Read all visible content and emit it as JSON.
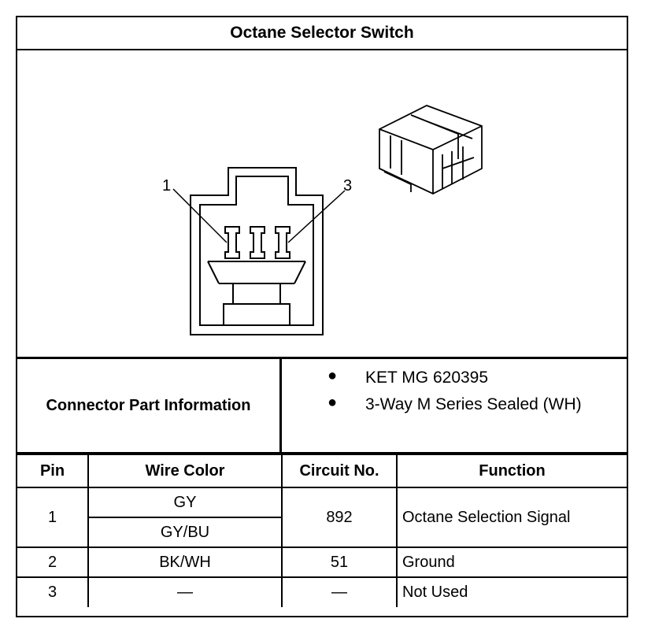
{
  "title": "Octane Selector Switch",
  "diagram": {
    "callouts": [
      "1",
      "3"
    ]
  },
  "connector_info": {
    "label": "Connector Part Information",
    "items": [
      "KET MG 620395",
      "3-Way M Series Sealed (WH)"
    ],
    "bullet": "●"
  },
  "table": {
    "headers": [
      "Pin",
      "Wire Color",
      "Circuit No.",
      "Function"
    ],
    "rows": [
      {
        "pin": "1",
        "wires": [
          "GY",
          "GY/BU"
        ],
        "circuit": "892",
        "function": "Octane Selection Signal"
      },
      {
        "pin": "2",
        "wires": [
          "BK/WH"
        ],
        "circuit": "51",
        "function": "Ground"
      },
      {
        "pin": "3",
        "wires": [
          "—"
        ],
        "circuit": "—",
        "function": "Not Used"
      }
    ]
  }
}
